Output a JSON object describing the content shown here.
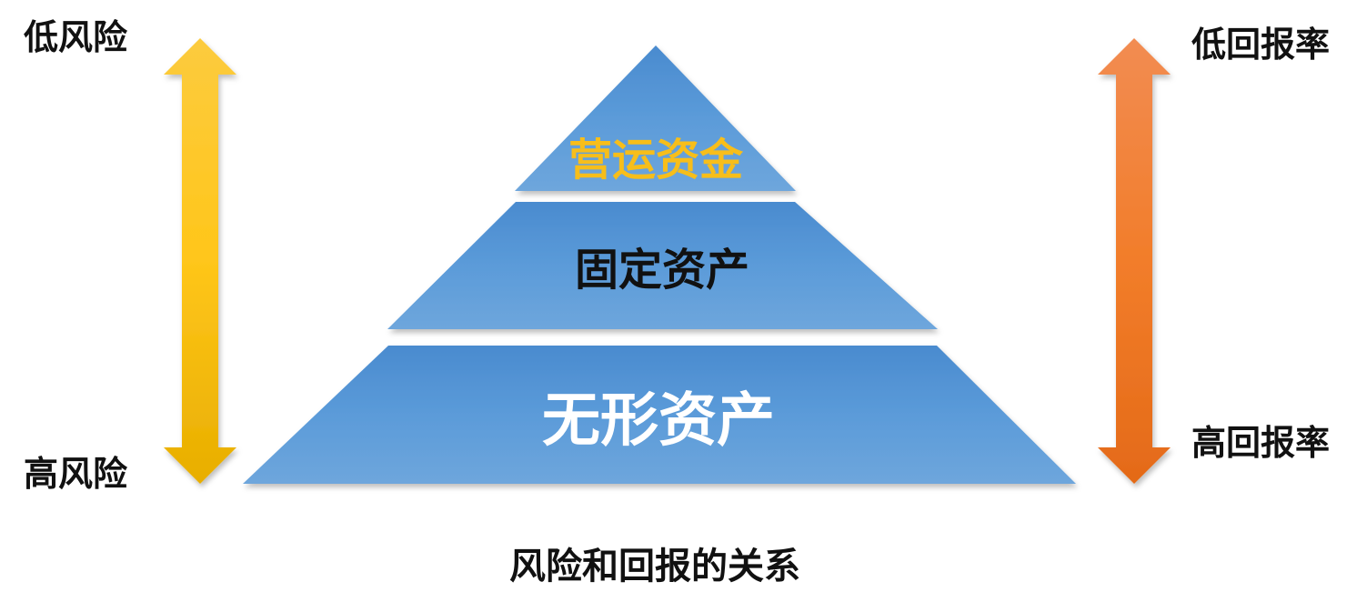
{
  "left_axis": {
    "top_label": "低风险",
    "bottom_label": "高风险",
    "color": "#F5B800"
  },
  "right_axis": {
    "top_label": "低回报率",
    "bottom_label": "高回报率",
    "color": "#EE7A2A"
  },
  "pyramid": {
    "tiers": [
      {
        "label": "营运资金",
        "text_color": "#F7BE1A"
      },
      {
        "label": "固定资产",
        "text_color": "#111111"
      },
      {
        "label": "无形资产",
        "text_color": "#FFFFFF"
      }
    ],
    "fill_color": "#5B9BD5"
  },
  "caption": "风险和回报的关系"
}
